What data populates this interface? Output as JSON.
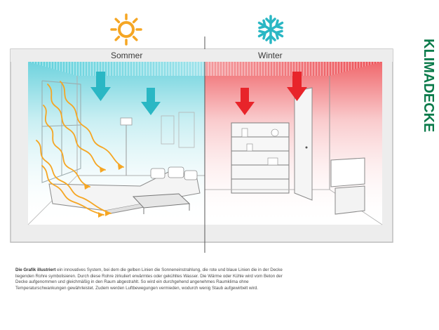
{
  "labels": {
    "summer": "Sommer",
    "winter": "Winter"
  },
  "brand": "KLIMADECKE",
  "caption": {
    "lead": "Die Grafik illustriert",
    "text": " ein innovatives System, bei dem die gelben Linien die Sonneneinstrahlung, die rote und blaue Linien die in der Decke liegenden Rohre symbolisieren. Durch diese Rohre zirkuliert erwärmtes oder gekühltes Wasser. Die Wärme oder Kühle wird vom Beton der Decke aufgenommen und gleichmäßig in den Raum abgestrahlt. So wird ein durchgehend angenehmes Raumklima ohne Temperaturschwankungen gewährleistet. Zudem werden Luftbewegungen vermieden, wodurch wenig Staub aufgewirbelt wird."
  },
  "icons": {
    "sun": "sun-icon",
    "snowflake": "snowflake-icon"
  },
  "colors": {
    "sun": "#f5a623",
    "cool": "#2ab7c4",
    "warm": "#e8242a",
    "brand": "#0a7a4a"
  }
}
